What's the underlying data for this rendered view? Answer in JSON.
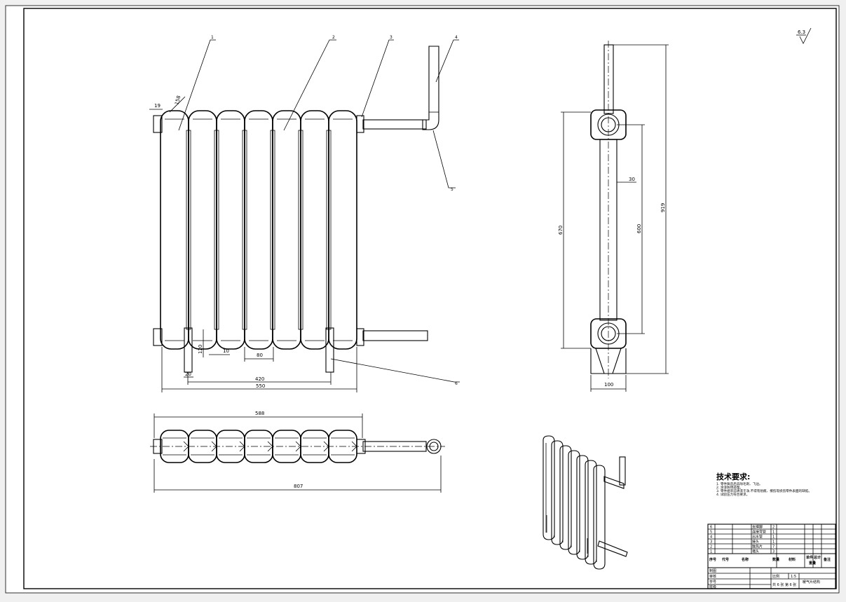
{
  "drawing": {
    "roughness": "6.3",
    "part_numbers": [
      "1",
      "2",
      "3",
      "4",
      "5",
      "6"
    ],
    "front_dims": {
      "d19": "19",
      "d158": "158",
      "d120": "120",
      "d10": "10",
      "d80": "80",
      "d20": "20",
      "d420": "420",
      "d550": "550"
    },
    "side_dims": {
      "d670": "670",
      "d600": "600",
      "d919": "919",
      "d30": "30",
      "d100": "100"
    },
    "top_dims": {
      "d588": "588",
      "d807": "807"
    }
  },
  "notes": {
    "title": "技术要求:",
    "items": [
      "1. 零件铸造后去除毛刺、飞边。",
      "2. 涂漆防锈处理。",
      "3. 零件组装前清洗干净,不得有划痕、擦伤等损伤零件表面的缺陷。",
      "4. 试验压力符合要求。"
    ]
  },
  "title_block": {
    "parts": [
      {
        "no": "6",
        "name": "支撑脚",
        "qty": "2"
      },
      {
        "no": "5",
        "name": "连接弯管",
        "qty": "1"
      },
      {
        "no": "4",
        "name": "出水管",
        "qty": "1"
      },
      {
        "no": "3",
        "name": "接头",
        "qty": "1"
      },
      {
        "no": "2",
        "name": "散热片",
        "qty": "7"
      },
      {
        "no": "1",
        "name": "堵头",
        "qty": "3"
      }
    ],
    "headers": [
      "序号",
      "代号",
      "名称",
      "数量",
      "材料",
      "单件",
      "总计",
      "重量",
      "备注"
    ],
    "school": "",
    "drawing_name": "暖气片结构",
    "scale_label": "比例",
    "scale": "1:5",
    "sheet": "共 6 张 第 6 张",
    "rows": [
      "制图",
      "审核",
      "学号",
      "班级"
    ]
  }
}
